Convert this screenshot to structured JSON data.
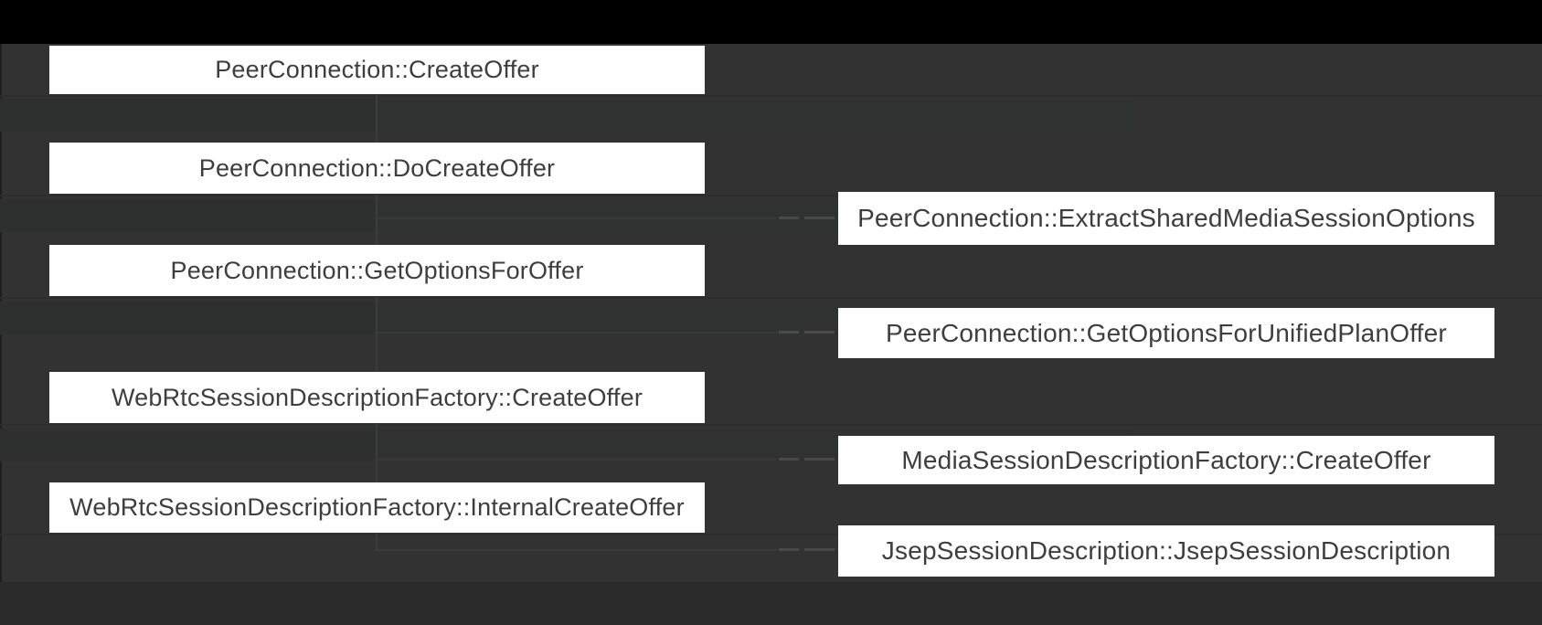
{
  "colors": {
    "canvas_background": "#323232",
    "top_bar": "#000000",
    "bottom_bar": "#2a2a2a",
    "node_background": "#ffffff",
    "node_text": "#3e3e3e",
    "connector": "#3a3b3b",
    "row_divider": "#2d2d2d"
  },
  "diagram": {
    "type": "call-flow",
    "left_nodes": [
      {
        "label": "PeerConnection::CreateOffer"
      },
      {
        "label": "PeerConnection::DoCreateOffer"
      },
      {
        "label": "PeerConnection::GetOptionsForOffer"
      },
      {
        "label": "WebRtcSessionDescriptionFactory::CreateOffer"
      },
      {
        "label": "WebRtcSessionDescriptionFactory::InternalCreateOffer"
      }
    ],
    "right_nodes": [
      {
        "label": "PeerConnection::ExtractSharedMediaSessionOptions"
      },
      {
        "label": "PeerConnection::GetOptionsForUnifiedPlanOffer"
      },
      {
        "label": "MediaSessionDescriptionFactory::CreateOffer"
      },
      {
        "label": "JsepSessionDescription::JsepSessionDescription"
      }
    ]
  }
}
